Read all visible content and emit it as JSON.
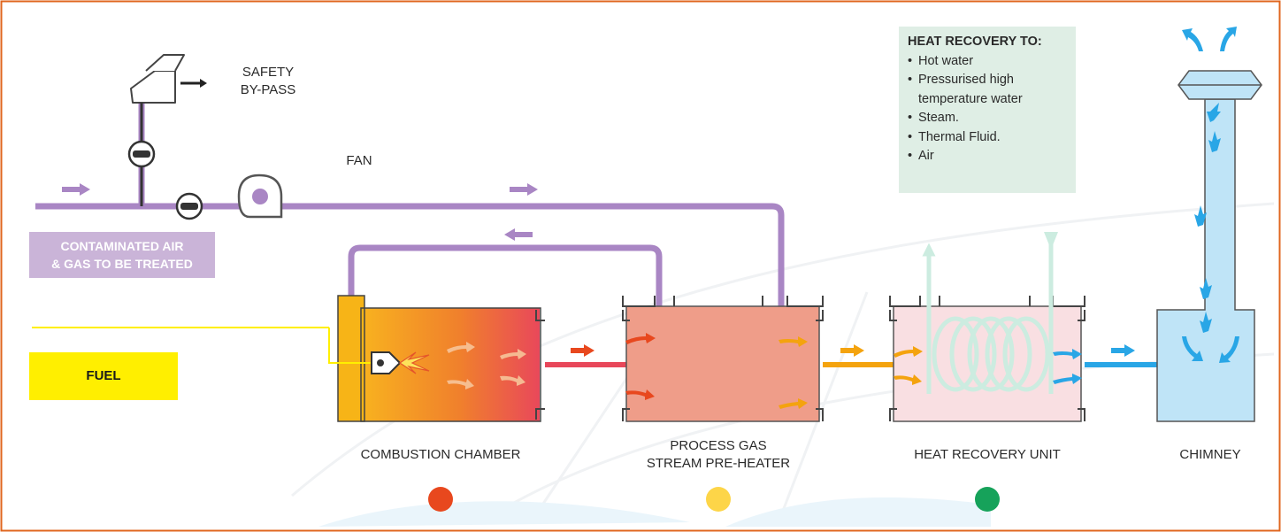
{
  "labels": {
    "safety_bypass": [
      "SAFETY",
      "BY-PASS"
    ],
    "fan": "FAN",
    "contaminated_air": [
      "CONTAMINATED AIR",
      "& GAS TO BE TREATED"
    ],
    "fuel": "FUEL",
    "combustion_chamber": "COMBUSTION CHAMBER",
    "process_gas_preheater": [
      "PROCESS GAS",
      "STREAM PRE-HEATER"
    ],
    "heat_recovery_unit": "HEAT RECOVERY UNIT",
    "chimney": "CHIMNEY"
  },
  "heat_recovery_info": {
    "title": "HEAT RECOVERY TO:",
    "items": [
      [
        "Hot water"
      ],
      [
        "Pressurised high",
        "temperature water"
      ],
      [
        "Steam."
      ],
      [
        "Thermal Fluid."
      ],
      [
        "Air"
      ]
    ]
  },
  "colors": {
    "frame": "#e0661e",
    "process_pipe": "#a986c4",
    "hot_gas_pipe": "#e8475a",
    "warm_gas_pipe": "#f4a30e",
    "exhaust_pipe": "#29a6e6",
    "fuel": "#ffef00",
    "chimney_fill": "#bfe4f7",
    "preheater_fill": "#ef9d89",
    "recovery_fill": "#f9dfe2",
    "heat_recovery_info_bg": "#dfeee5",
    "dot_combustion": "#e8481e",
    "dot_preheater": "#fdd548",
    "dot_recovery": "#16a25a"
  },
  "icons": [
    "damper-valve-icon",
    "fan-icon",
    "safety-bypass-hood-icon",
    "burner-flame-icon",
    "flow-arrow-icon",
    "heat-coil-icon"
  ]
}
